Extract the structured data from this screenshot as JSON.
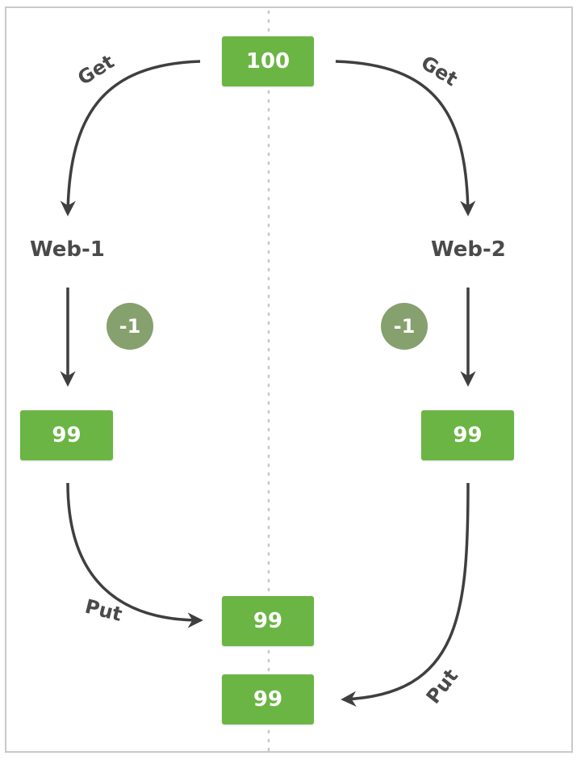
{
  "colors": {
    "box_fill": "#6bb544",
    "badge_fill": "#86a06e",
    "arrow": "#3f3f3f",
    "text": "#4a4a4a",
    "divider": "#c8c8c8"
  },
  "source_box": {
    "value": "100"
  },
  "left": {
    "get_label": "Get",
    "node_label": "Web-1",
    "decrement_badge": "-1",
    "result_box": "99",
    "put_label": "Put"
  },
  "right": {
    "get_label": "Get",
    "node_label": "Web-2",
    "decrement_badge": "-1",
    "result_box": "99",
    "put_label": "Put"
  },
  "final_boxes": [
    {
      "value": "99"
    },
    {
      "value": "99"
    }
  ]
}
